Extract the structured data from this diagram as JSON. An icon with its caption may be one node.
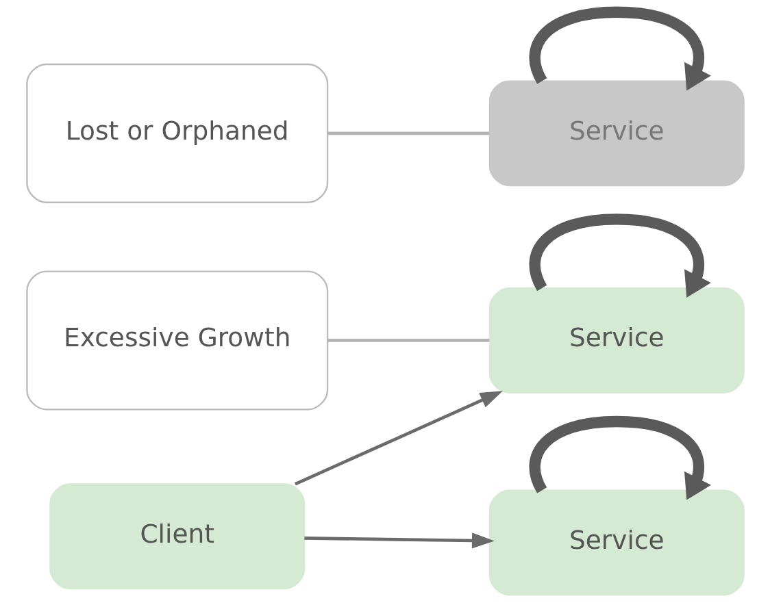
{
  "diagram": {
    "nodes": [
      {
        "text": [
          "Client"
        ]
      },
      {
        "text": [
          "Service"
        ]
      },
      {
        "text": [
          "Service"
        ]
      },
      {
        "text": [
          "Service"
        ]
      },
      {
        "text": [
          "Excessive Growth"
        ]
      },
      {
        "text": [
          "Lost or Orphaned"
        ]
      }
    ],
    "edges": [
      {
        "from": 0,
        "to": 1,
        "arrow": "to"
      },
      {
        "from": 0,
        "to": 2,
        "arrow": "to"
      },
      {
        "from": 1,
        "to": 1,
        "arrow": "to",
        "style": "thick"
      },
      {
        "from": 2,
        "to": 2,
        "arrow": "to",
        "style": "thick"
      },
      {
        "from": 3,
        "to": 3,
        "arrow": "to",
        "style": "thick"
      },
      {
        "from": 4,
        "to": 1,
        "arrow": "none",
        "color": "#b4b4b4"
      },
      {
        "from": 5,
        "to": 3,
        "arrow": "none",
        "color": "#b4b4b4"
      }
    ]
  }
}
